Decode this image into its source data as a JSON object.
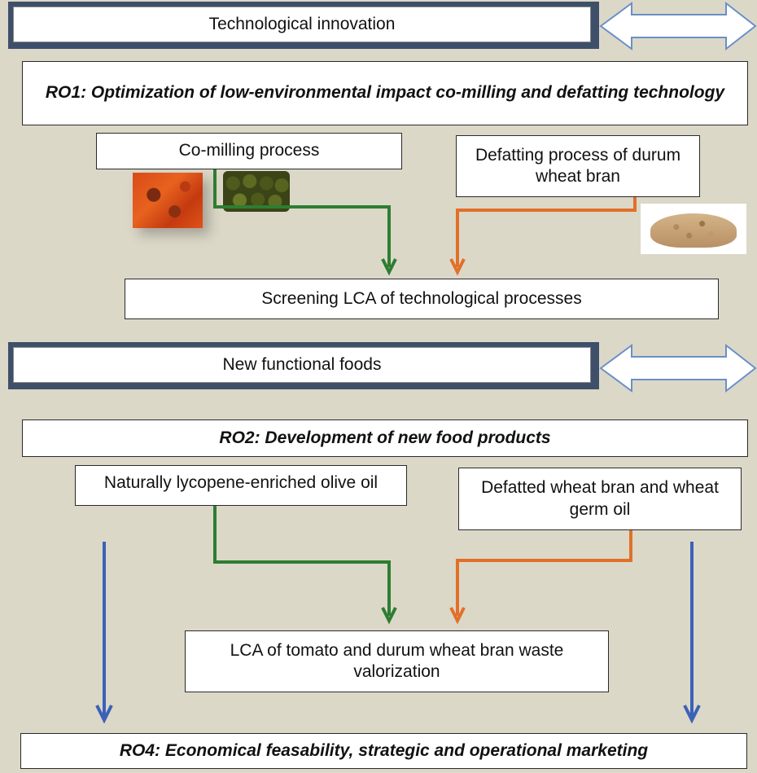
{
  "colors": {
    "background": "#dcd8c8",
    "header_frame": "#3e4f6a",
    "green_arrow": "#2e7d32",
    "orange_arrow": "#e0702a",
    "blue_arrow": "#3b62b8"
  },
  "headers": {
    "tech": "Technological innovation",
    "foods": "New functional foods"
  },
  "ro1": "RO1: Optimization of low-environmental impact co-milling and defatting technology",
  "co_milling": "Co-milling process",
  "defatting": "Defatting process of durum wheat bran",
  "screening": "Screening LCA of technological processes",
  "ro2": "RO2: Development of new food products",
  "lycopene": "Naturally lycopene-enriched olive oil",
  "defatted": "Defatted wheat bran and wheat germ oil",
  "lca_waste": "LCA of tomato and durum wheat bran waste valorization",
  "ro4": "RO4: Economical feasability, strategic and operational marketing",
  "icons": [
    "tomato-photo",
    "olives-photo",
    "wheat-bran-photo",
    "double-arrow-icon"
  ]
}
